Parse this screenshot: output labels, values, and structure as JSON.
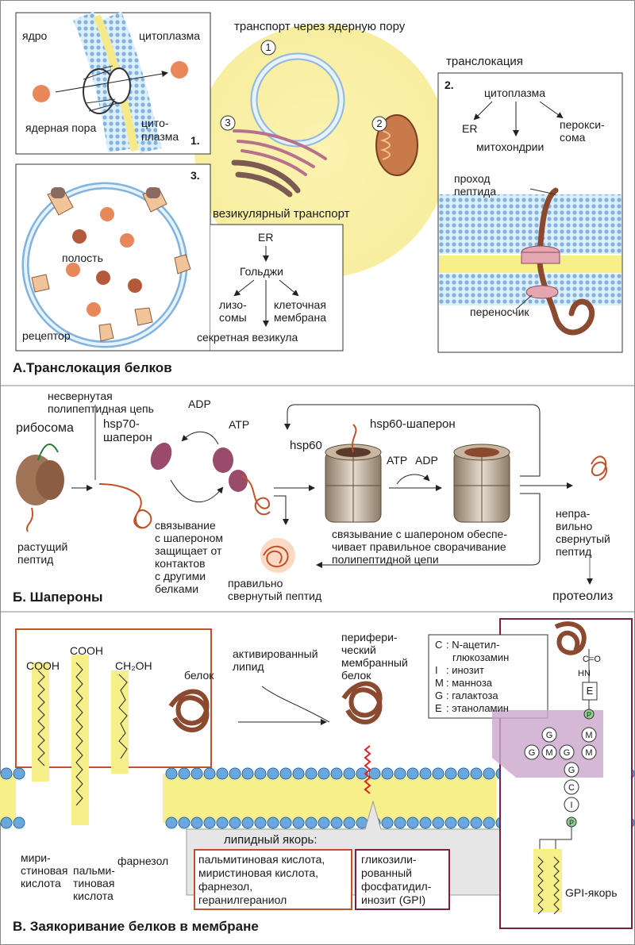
{
  "sectionA": {
    "title": "А.Транслокация белков",
    "pore_title": "транспорт через ядерную пору",
    "panel1": {
      "nucleus": "ядро",
      "cytoplasm_top": "цитоплазма",
      "pore": "ядерная пора",
      "cytoplasm_bottom_1": "цито-",
      "cytoplasm_bottom_2": "плазма",
      "num": "1."
    },
    "marker1": "1",
    "marker2": "2",
    "marker3": "3",
    "vesicular_title": "везикулярный транспорт",
    "panel3": {
      "num": "3.",
      "cavity": "полость",
      "receptor": "рецептор"
    },
    "vesicular_flow": {
      "er": "ER",
      "golgi": "Гольджи",
      "lyso_1": "лизо-",
      "lyso_2": "сомы",
      "cellmem_1": "клеточная",
      "cellmem_2": "мембрана",
      "secretory": "секретная везикула"
    },
    "translocation_title": "транслокация",
    "panel2": {
      "num": "2.",
      "cytoplasm": "цитоплазма",
      "er": "ER",
      "mito": "митохондрии",
      "perox_1": "перокси-",
      "perox_2": "сома",
      "passage_1": "проход",
      "passage_2": "пептида",
      "carrier": "переносчик"
    }
  },
  "sectionB": {
    "title": "Б. Шапероны",
    "unfolded_1": "несвернутая",
    "unfolded_2": "полипептидная цепь",
    "ribosome": "рибосома",
    "hsp70_1": "hsp70-",
    "hsp70_2": "шаперон",
    "adp1": "ADP",
    "atp1": "ATP",
    "hsp60": "hsp60",
    "hsp60_chap": "hsp60-шаперон",
    "atp2": "ATP",
    "adp2": "ADP",
    "growing_1": "растущий",
    "growing_2": "пептид",
    "binding": [
      "связывание",
      "с шапероном",
      "защищает от",
      "контактов",
      "с другими",
      "белками"
    ],
    "chap_binding": [
      "связывание с шапероном обеспе-",
      "чивает  правильное сворачивание",
      "полипептидной цепи"
    ],
    "correct_1": "правильно",
    "correct_2": "свернутый пептид",
    "wrong": [
      "непра-",
      "вильно",
      "свернутый",
      "пептид"
    ],
    "proteolysis": "протеолиз"
  },
  "sectionC": {
    "title": "В. Заякоривание белков в мембране",
    "cooh1": "COOH",
    "cooh2": "COOH",
    "ch2oh": "CH₂OH",
    "myristic_1": "мири-",
    "myristic_2": "стиновая",
    "myristic_3": "кислота",
    "palmitic_1": "пальми-",
    "palmitic_2": "тиновая",
    "palmitic_3": "кислота",
    "farnesol": "фарнезол",
    "protein": "белок",
    "activated_1": "активированный",
    "activated_2": "липид",
    "peripheral_1": "перифери-",
    "peripheral_2": "ческий",
    "peripheral_3": "мембранный",
    "peripheral_4": "белок",
    "anchor_title": "липидный якорь:",
    "anchor_left": [
      "пальмитиновая кислота,",
      "миристиновая кислота,",
      "фарнезол,",
      "геранилгераниол"
    ],
    "anchor_right": [
      "гликозили-",
      "рованный",
      "фосфатидил-",
      "инозит (GPI)"
    ],
    "legend": [
      {
        "k": "C",
        "v": ": N-ацетил-"
      },
      {
        "k": "",
        "v": "глюкозамин"
      },
      {
        "k": "I",
        "v": ": инозит"
      },
      {
        "k": "M",
        "v": ": манноза"
      },
      {
        "k": "G",
        "v": ": галактоза"
      },
      {
        "k": "E",
        "v": ": этаноламин"
      }
    ],
    "co": "C=O",
    "hn": "HN",
    "e": "E",
    "p1": "P",
    "p2": "P",
    "gpi": "GPI-якорь",
    "sugars": {
      "g1": "G",
      "g2": "G",
      "g3": "G",
      "g4": "G",
      "m1": "M",
      "m2": "M",
      "m3": "M",
      "c": "C",
      "i": "I"
    }
  },
  "colors": {
    "accent": "#c0522a",
    "membrane_yellow": "#f7ef8a",
    "blue_bead": "#6aa7dc",
    "protein": "#8b4a2f"
  }
}
